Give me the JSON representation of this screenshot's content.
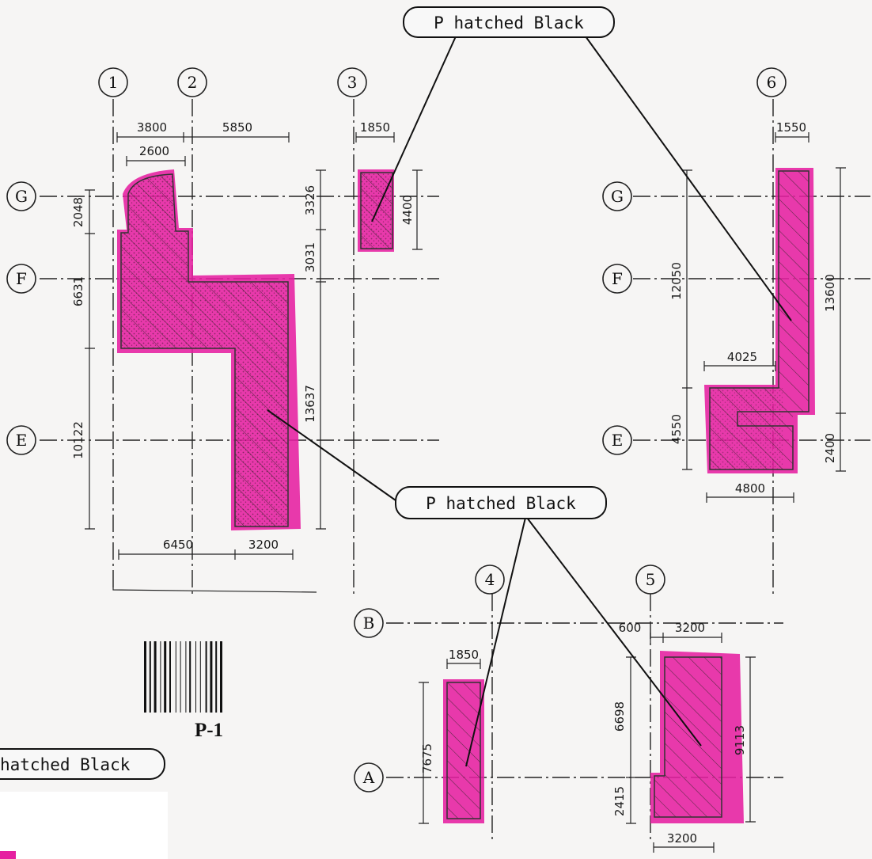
{
  "callouts": {
    "top": "P hatched Black",
    "middle": "P hatched Black",
    "left_partial": "hatched Black"
  },
  "grid_labels": {
    "c1": "1",
    "c2": "2",
    "c3": "3",
    "c4": "4",
    "c5": "5",
    "c6": "6",
    "rG": "G",
    "rF": "F",
    "rE": "E",
    "rB": "B",
    "rA": "A",
    "r6G": "G",
    "r6F": "F",
    "r6E": "E"
  },
  "dimensions": {
    "d3800": "3800",
    "d5850": "5850",
    "d2600": "2600",
    "d1850_top": "1850",
    "d1550": "1550",
    "d2048": "2048",
    "d6631": "6631",
    "d10122": "10122",
    "d3326": "3326",
    "d3031": "3031",
    "d4400": "4400",
    "d13637": "13637",
    "d6450": "6450",
    "d3200_left": "3200",
    "d12050": "12050",
    "d13600": "13600",
    "d4025": "4025",
    "d4550": "4550",
    "d2400": "2400",
    "d4800": "4800",
    "d1850_bottom": "1850",
    "d7675": "7675",
    "d600": "600",
    "d3200_topright": "3200",
    "d6698": "6698",
    "d2415": "2415",
    "d9113": "9113",
    "d3200_bottom": "3200"
  },
  "barcode": {
    "code": "P-1"
  },
  "colors": {
    "highlight": "#e61fa0",
    "line": "#222222",
    "paper": "#f6f5f4"
  }
}
